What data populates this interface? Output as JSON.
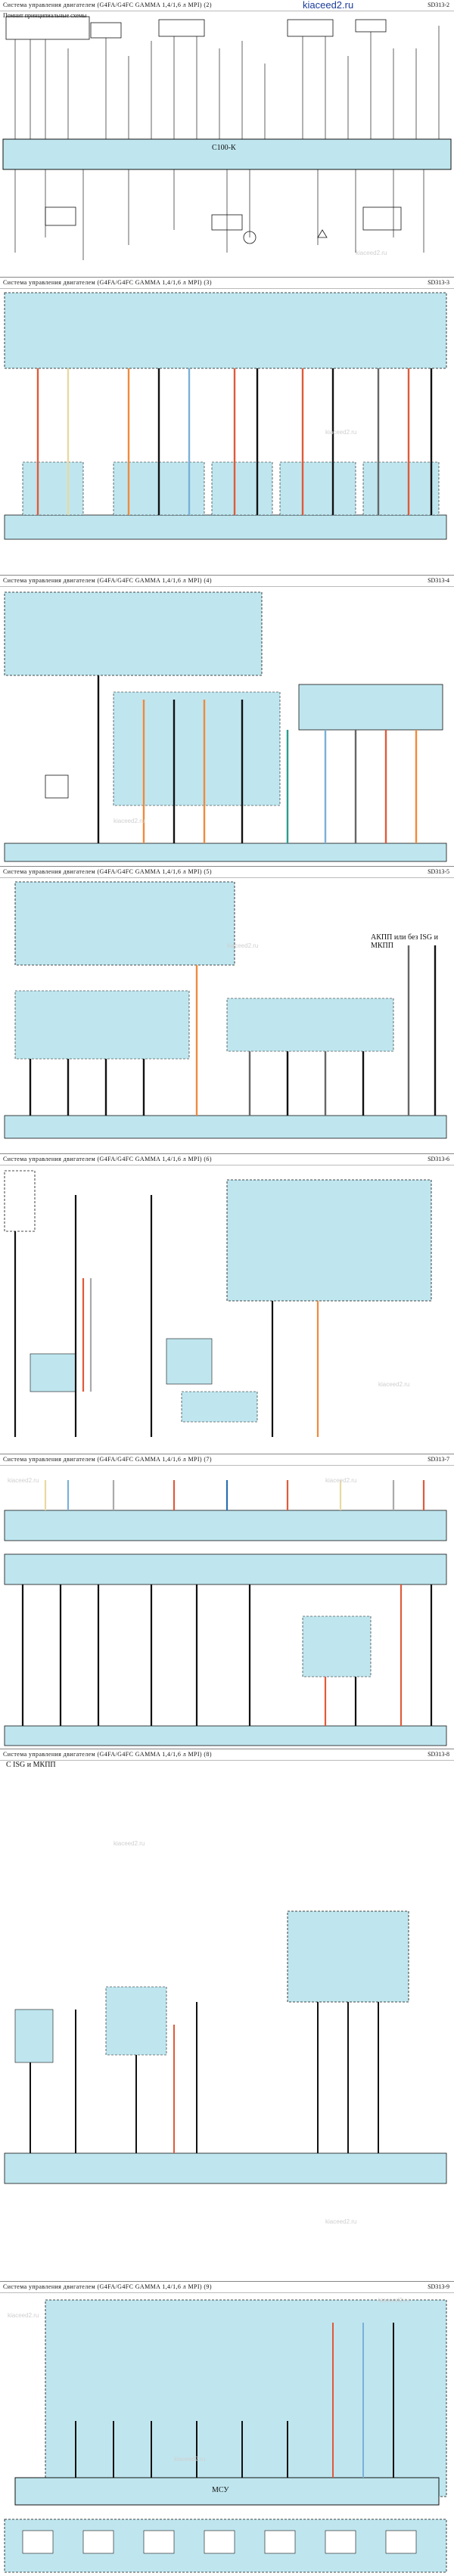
{
  "site": "kiaceed2.ru",
  "watermarks": [
    "kiaceed2.ru",
    "kiaceed2.ru",
    "kiaceed2.ru",
    "kiaceed2.ru",
    "kiaceed2.ru",
    "kiaceed2.ru",
    "kiaceed2.ru",
    "kiaceed2.ru",
    "kiaceed2.ru",
    "kiaceed2.ru",
    "kiaceed2.ru",
    "kiaceed2.ru"
  ],
  "sections": [
    {
      "title": "Система  управления  двигателем  (G4FA/G4FC GAMMA 1,4/1,6  л MPI) (2)",
      "code": "SD313-2",
      "subtitle": "Помнит  принципиальные  схемы",
      "ecu_label": "С100-К",
      "colors": {
        "wire_red": "#e05a3a",
        "wire_orange": "#f08a3c",
        "panel_blue": "#bfe6ef"
      }
    },
    {
      "title": "Система  управления  двигателем  (G4FA/G4FC GAMMA 1,4/1,6  л MPI) (3)",
      "code": "SD313-3"
    },
    {
      "title": "Система  управления  двигателем  (G4FA/G4FC GAMMA 1,4/1,6  л MPI) (4)",
      "code": "SD313-4"
    },
    {
      "title": "Система  управления  двигателем  (G4FA/G4FC GAMMA 1,4/1,6  л MPI) (5)",
      "code": "SD313-5",
      "note": "АКПП или без ISG и МКПП"
    },
    {
      "title": "Система  управления  двигателем  (G4FA/G4FC GAMMA 1,4/1,6  л MPI) (6)",
      "code": "SD313-6"
    },
    {
      "title": "Система  управления  двигателем  (G4FA/G4FC GAMMA 1,4/1,6  л MPI) (7)",
      "code": "SD313-7"
    },
    {
      "title": "Система  управления  двигателем  (G4FA/G4FC GAMMA 1,4/1,6  л MPI) (8)",
      "code": "SD313-8",
      "note": "С ISG  и МКПП"
    },
    {
      "title": "Система  управления  двигателем  (G4FA/G4FC GAMMA 1,4/1,6  л MPI) (9)",
      "code": "SD313-9",
      "ecu_label": "МСУ"
    }
  ]
}
